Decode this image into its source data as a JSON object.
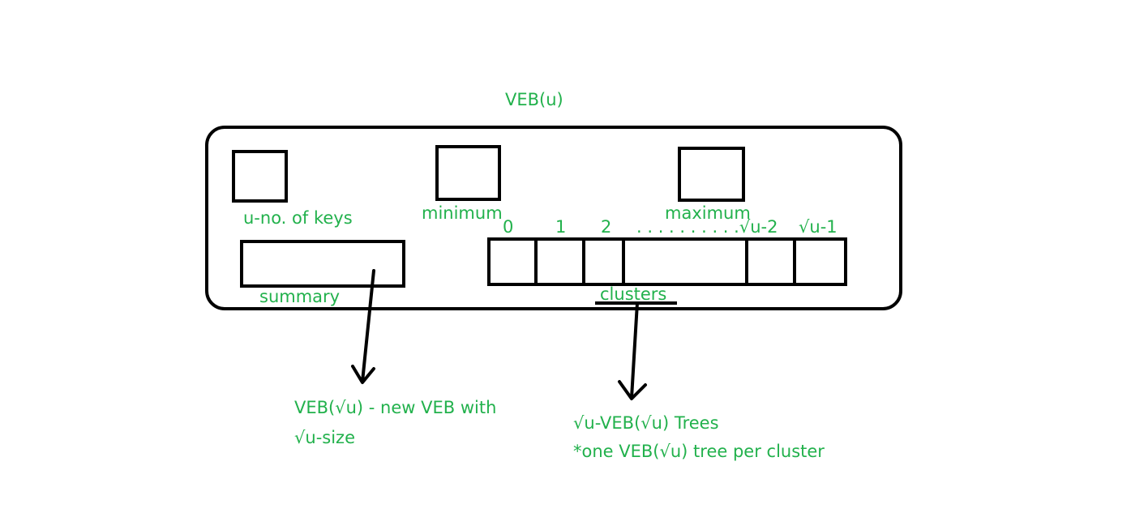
{
  "title": "VEB(u)",
  "fields": {
    "keys_label": "u-no. of keys",
    "minimum_label": "minimum",
    "maximum_label": "maximum",
    "summary_label": "summary",
    "clusters_label": "clusters"
  },
  "cluster_indices": [
    "0",
    "1",
    "2",
    ". . . . . . . . . .√u-2",
    "√u-1"
  ],
  "summary_note": {
    "line1": "VEB(√u) - new VEB with",
    "line2": "√u-size"
  },
  "clusters_note": {
    "line1": "√u-VEB(√u) Trees",
    "line2": "*one VEB(√u) tree per cluster"
  },
  "colors": {
    "text": "#22b14c",
    "stroke": "#000000"
  }
}
